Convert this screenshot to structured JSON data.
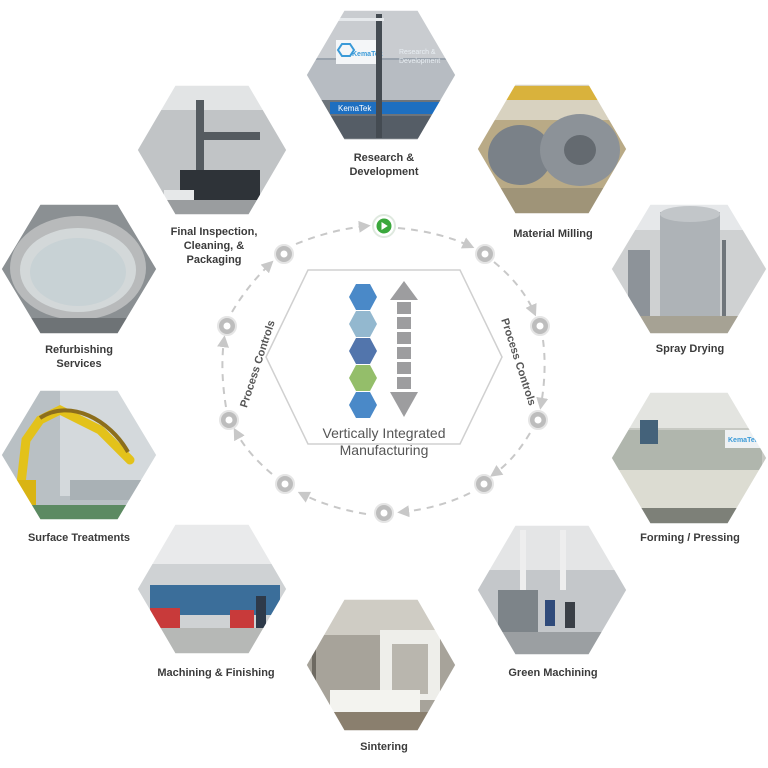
{
  "center": {
    "title_line1": "Vertically Integrated",
    "title_line2": "Manufacturing"
  },
  "process_controls": {
    "left": "Process Controls",
    "right": "Process Controls"
  },
  "stages": [
    {
      "id": "research",
      "label_lines": [
        "Research &",
        "Development"
      ],
      "signage": "KemaTek",
      "sign_text_1": "Research &",
      "sign_text_2": "Development",
      "banner": "KemaTek"
    },
    {
      "id": "milling",
      "label_lines": [
        "Material Milling"
      ]
    },
    {
      "id": "spray",
      "label_lines": [
        "Spray Drying"
      ]
    },
    {
      "id": "forming",
      "label_lines": [
        "Forming / Pressing"
      ],
      "signage": "KemaTek"
    },
    {
      "id": "green",
      "label_lines": [
        "Green Machining"
      ]
    },
    {
      "id": "sintering",
      "label_lines": [
        "Sintering"
      ]
    },
    {
      "id": "machining",
      "label_lines": [
        "Machining & Finishing"
      ]
    },
    {
      "id": "surface",
      "label_lines": [
        "Surface Treatments"
      ]
    },
    {
      "id": "refurb",
      "label_lines": [
        "Refurbishing",
        "Services"
      ]
    },
    {
      "id": "inspection",
      "label_lines": [
        "Final Inspection,",
        "Cleaning, &",
        "Packaging"
      ]
    }
  ],
  "colors": {
    "hex_blue": "#4a89c8",
    "hex_lightblue": "#93b8cf",
    "hex_darkblue": "#5275ac",
    "hex_green": "#94be6a",
    "arrow_gray": "#9d9d9f",
    "start_green": "#3aa83c",
    "node_gray": "#bdbdbd",
    "dash_gray": "#c8c8c8"
  }
}
